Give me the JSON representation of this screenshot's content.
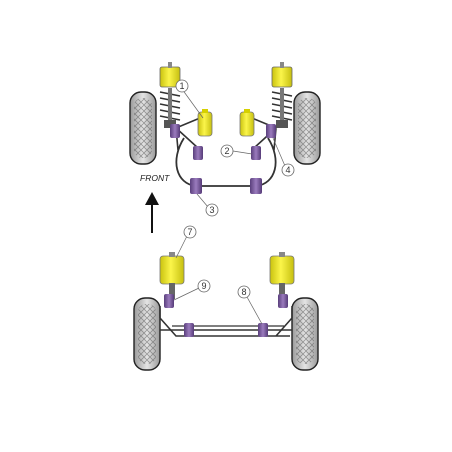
{
  "front_label": "FRONT",
  "callouts": [
    "1",
    "2",
    "3",
    "4",
    "7",
    "8",
    "9"
  ],
  "colors": {
    "polyurethane_bush": "#f2ec1c",
    "purple_bush": "#7d5ca0",
    "tyre": "#d0d0d0",
    "frame_line": "#333333"
  }
}
